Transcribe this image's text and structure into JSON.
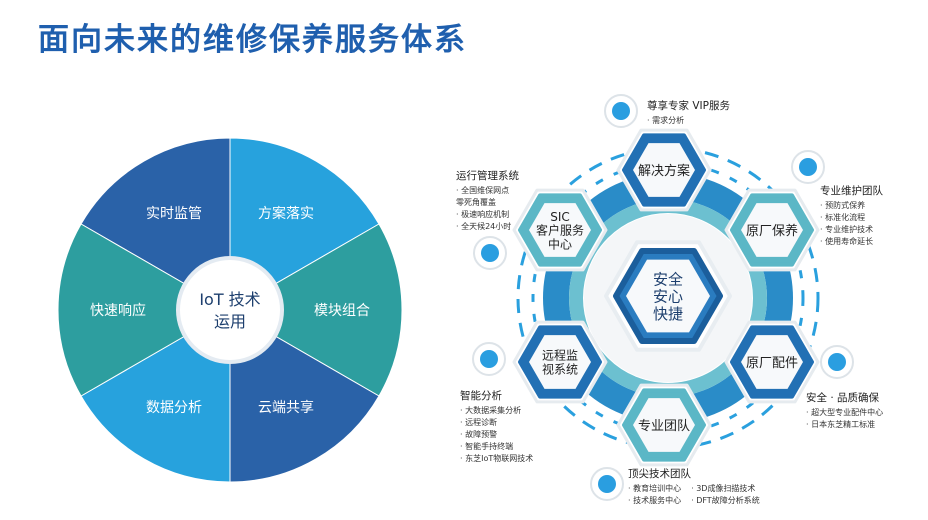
{
  "title": "面向未来的维修保养服务体系",
  "pie": {
    "center_line1": "IoT 技术",
    "center_line2": "运用",
    "segments": [
      "实时监管",
      "方案落实",
      "模块组合",
      "云端共享",
      "数据分析",
      "快速响应"
    ],
    "colors": {
      "dark": "#2a62a8",
      "light": "#27a2dd",
      "teal": "#2d9e9f"
    }
  },
  "hub": {
    "center": [
      "安全",
      "安心",
      "快捷"
    ],
    "hexes": [
      "解决方案",
      "原厂保养",
      "原厂配件",
      "专业团队",
      "远程监\n视系统",
      "SIC\n客户服务\n中心"
    ]
  },
  "callouts": {
    "vip": {
      "title": "尊享专家 VIP服务",
      "items": [
        "需求分析"
      ]
    },
    "maint": {
      "title": "专业维护团队",
      "items": [
        "预防式保养",
        "标准化流程",
        "专业维护技术",
        "使用寿命延长"
      ]
    },
    "ops": {
      "title": "运行管理系统",
      "items": [
        "全国维保网点\n零死角覆盖",
        "极速响应机制",
        "全天候24小时"
      ]
    },
    "smart": {
      "title": "智能分析",
      "items": [
        "大数据采集分析",
        "远程诊断",
        "故障预警",
        "智能手持终端",
        "东芝IoT物联网技术"
      ]
    },
    "quality": {
      "title": "安全 · 品质确保",
      "items": [
        "超大型专业配件中心",
        "日本东芝精工标准"
      ]
    },
    "tech": {
      "title": "顶尖技术团队",
      "items": [
        "教育培训中心",
        "3D成像扫描技术",
        "技术服务中心",
        "DFT故障分析系统"
      ]
    }
  }
}
